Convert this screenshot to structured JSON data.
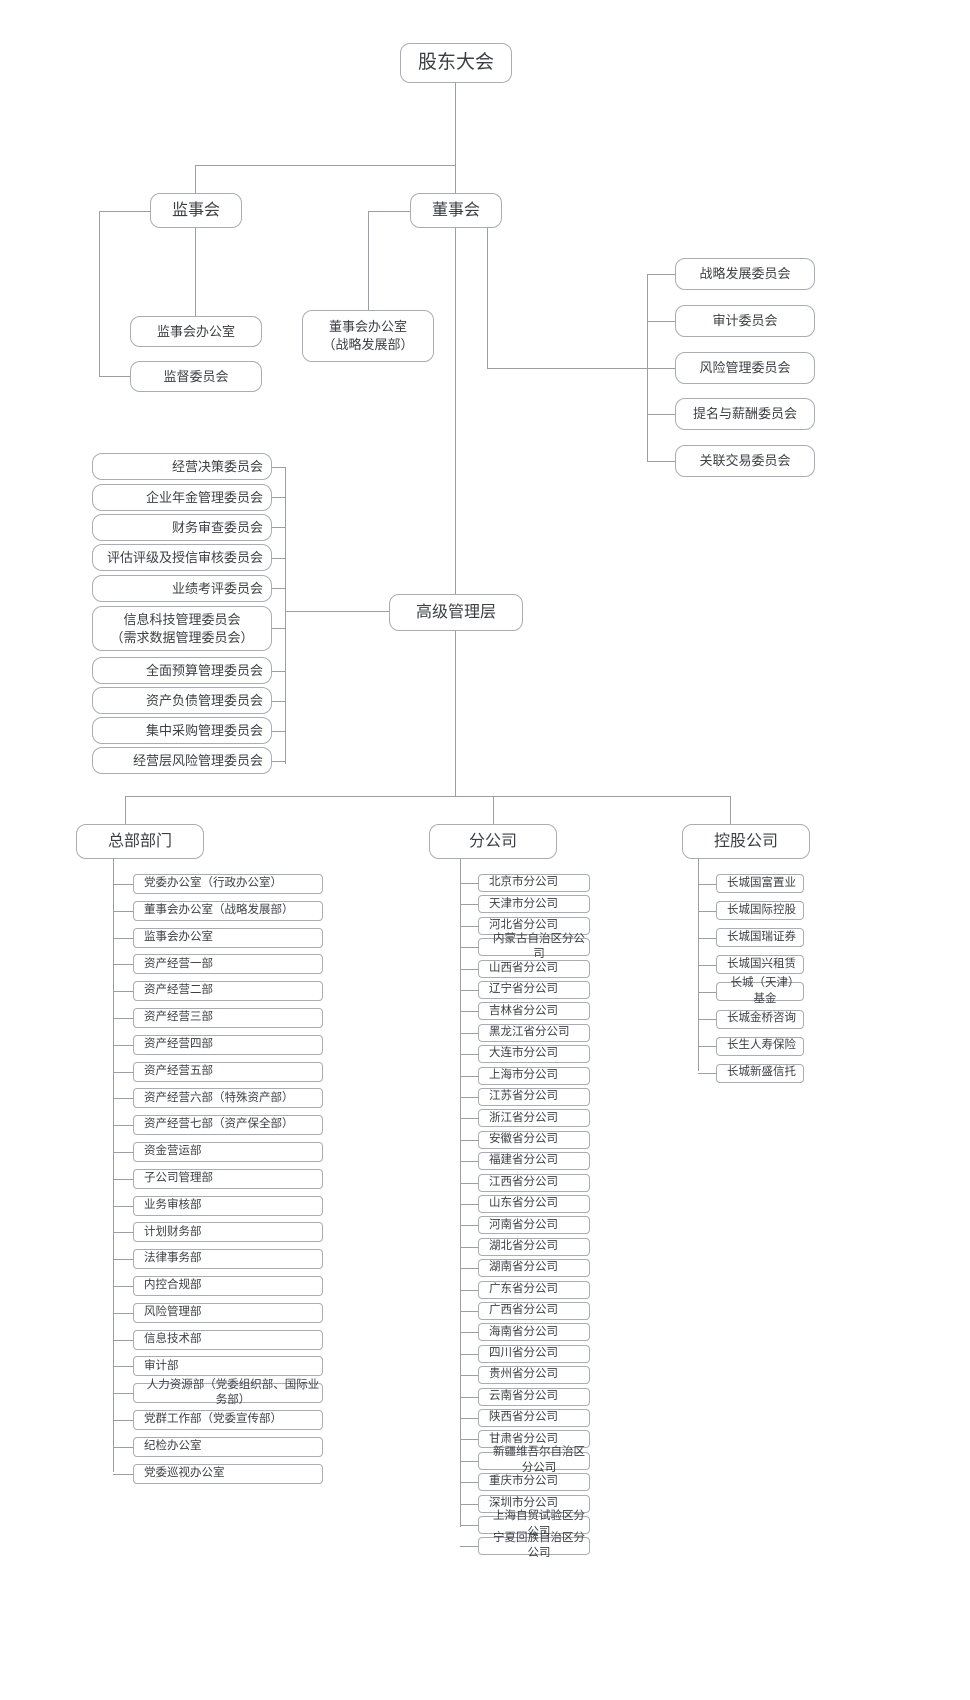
{
  "diagram": {
    "type": "organizational-chart",
    "title_node": "股东大会",
    "colors": {
      "border": "#a9adb3",
      "line": "#9b9fa5",
      "text": "#3b3f44",
      "background": "#ffffff"
    },
    "root": {
      "label": "股东大会"
    },
    "level2": [
      {
        "label": "监事会"
      },
      {
        "label": "董事会"
      }
    ],
    "supervisory_children": [
      {
        "label": "监事会办公室"
      },
      {
        "label": "监督委员会"
      }
    ],
    "board_office": {
      "label": "董事会办公室\n（战略发展部）"
    },
    "board_committees": [
      {
        "label": "战略发展委员会"
      },
      {
        "label": "审计委员会"
      },
      {
        "label": "风险管理委员会"
      },
      {
        "label": "提名与薪酬委员会"
      },
      {
        "label": "关联交易委员会"
      }
    ],
    "senior_management": {
      "label": "高级管理层"
    },
    "management_committees": [
      {
        "label": "经营决策委员会"
      },
      {
        "label": "企业年金管理委员会"
      },
      {
        "label": "财务审查委员会"
      },
      {
        "label": "评估评级及授信审核委员会"
      },
      {
        "label": "业绩考评委员会"
      },
      {
        "label": "信息科技管理委员会\n（需求数据管理委员会）"
      },
      {
        "label": "全面预算管理委员会"
      },
      {
        "label": "资产负债管理委员会"
      },
      {
        "label": "集中采购管理委员会"
      },
      {
        "label": "经营层风险管理委员会"
      }
    ],
    "groups": [
      {
        "label": "总部部门"
      },
      {
        "label": "分公司"
      },
      {
        "label": "控股公司"
      }
    ],
    "headquarters_departments": [
      {
        "label": "党委办公室（行政办公室）"
      },
      {
        "label": "董事会办公室（战略发展部）"
      },
      {
        "label": "监事会办公室"
      },
      {
        "label": "资产经营一部"
      },
      {
        "label": "资产经营二部"
      },
      {
        "label": "资产经营三部"
      },
      {
        "label": "资产经营四部"
      },
      {
        "label": "资产经营五部"
      },
      {
        "label": "资产经营六部（特殊资产部）"
      },
      {
        "label": "资产经营七部（资产保全部）"
      },
      {
        "label": "资金营运部"
      },
      {
        "label": "子公司管理部"
      },
      {
        "label": "业务审核部"
      },
      {
        "label": "计划财务部"
      },
      {
        "label": "法律事务部"
      },
      {
        "label": "内控合规部"
      },
      {
        "label": "风险管理部"
      },
      {
        "label": "信息技术部"
      },
      {
        "label": "审计部"
      },
      {
        "label": "人力资源部（党委组织部、国际业务部）"
      },
      {
        "label": "党群工作部（党委宣传部）"
      },
      {
        "label": "纪检办公室"
      },
      {
        "label": "党委巡视办公室"
      }
    ],
    "branch_companies": [
      {
        "label": "北京市分公司"
      },
      {
        "label": "天津市分公司"
      },
      {
        "label": "河北省分公司"
      },
      {
        "label": "内蒙古自治区分公司"
      },
      {
        "label": "山西省分公司"
      },
      {
        "label": "辽宁省分公司"
      },
      {
        "label": "吉林省分公司"
      },
      {
        "label": "黑龙江省分公司"
      },
      {
        "label": "大连市分公司"
      },
      {
        "label": "上海市分公司"
      },
      {
        "label": "江苏省分公司"
      },
      {
        "label": "浙江省分公司"
      },
      {
        "label": "安徽省分公司"
      },
      {
        "label": "福建省分公司"
      },
      {
        "label": "江西省分公司"
      },
      {
        "label": "山东省分公司"
      },
      {
        "label": "河南省分公司"
      },
      {
        "label": "湖北省分公司"
      },
      {
        "label": "湖南省分公司"
      },
      {
        "label": "广东省分公司"
      },
      {
        "label": "广西省分公司"
      },
      {
        "label": "海南省分公司"
      },
      {
        "label": "四川省分公司"
      },
      {
        "label": "贵州省分公司"
      },
      {
        "label": "云南省分公司"
      },
      {
        "label": "陕西省分公司"
      },
      {
        "label": "甘肃省分公司"
      },
      {
        "label": "新疆维吾尔自治区分公司"
      },
      {
        "label": "重庆市分公司"
      },
      {
        "label": "深圳市分公司"
      },
      {
        "label": "上海自贸试验区分公司"
      },
      {
        "label": "宁夏回族自治区分公司"
      }
    ],
    "holding_companies": [
      {
        "label": "长城国富置业"
      },
      {
        "label": "长城国际控股"
      },
      {
        "label": "长城国瑞证券"
      },
      {
        "label": "长城国兴租赁"
      },
      {
        "label": "长城（天津）基金"
      },
      {
        "label": "长城金桥咨询"
      },
      {
        "label": "长生人寿保险"
      },
      {
        "label": "长城新盛信托"
      }
    ]
  }
}
